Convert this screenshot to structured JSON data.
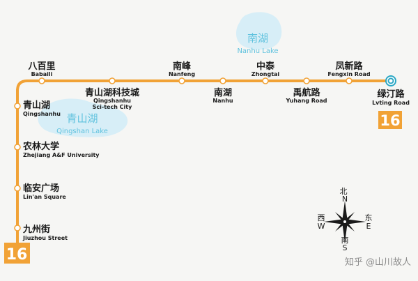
{
  "line": {
    "number": "16",
    "color": "#f1a236",
    "badge_color": "#f1a236"
  },
  "lakes": [
    {
      "name_cn": "南湖",
      "name_en": "Nanhu Lake",
      "color": "#d7eef7",
      "text_color": "#5fc2de"
    },
    {
      "name_cn": "青山湖",
      "name_en": "Qingshan Lake",
      "color": "#d7eef7",
      "text_color": "#5fc2de"
    }
  ],
  "stations": [
    {
      "id": "jiuzhou",
      "cn": "九州街",
      "en": "Jiuzhou Street"
    },
    {
      "id": "linan",
      "cn": "临安广场",
      "en": "Lin'an Square"
    },
    {
      "id": "nongda",
      "cn": "农林大学",
      "en": "Zhejiang A&F University"
    },
    {
      "id": "qingshanhu",
      "cn": "青山湖",
      "en": "Qingshanhu"
    },
    {
      "id": "babaili",
      "cn": "八百里",
      "en": "Babaili"
    },
    {
      "id": "qshkjc",
      "cn": "青山湖科技城",
      "en_lines": [
        "Qingshanhu",
        "Sci-tech City"
      ]
    },
    {
      "id": "nanfeng",
      "cn": "南峰",
      "en": "Nanfeng"
    },
    {
      "id": "nanhu",
      "cn": "南湖",
      "en": "Nanhu"
    },
    {
      "id": "zhongtai",
      "cn": "中泰",
      "en": "Zhongtai"
    },
    {
      "id": "yuhang",
      "cn": "禹航路",
      "en": "Yuhang Road"
    },
    {
      "id": "fengxin",
      "cn": "凤新路",
      "en": "Fengxin Road"
    },
    {
      "id": "lvting",
      "cn": "绿汀路",
      "en": "Lvting Road"
    }
  ],
  "compass": {
    "north_cn": "北",
    "north_en": "N",
    "south_cn": "南",
    "south_en": "S",
    "east_cn": "东",
    "east_en": "E",
    "west_cn": "西",
    "west_en": "W"
  },
  "watermark": "知乎 @山川故人",
  "transfer_color": "#2aa7c4"
}
